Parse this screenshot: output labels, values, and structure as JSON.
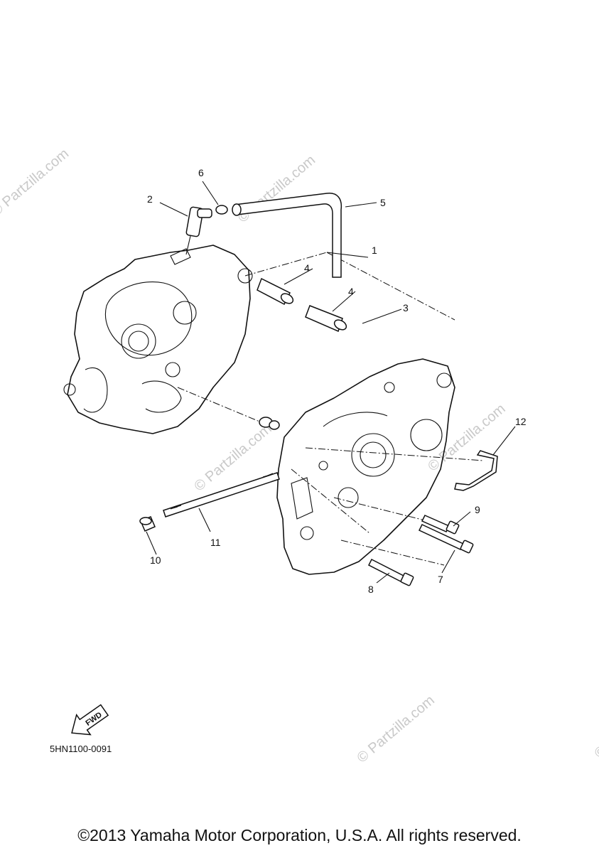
{
  "diagram": {
    "callouts": [
      "1",
      "2",
      "3",
      "4",
      "4",
      "5",
      "6",
      "7",
      "8",
      "9",
      "10",
      "11",
      "12"
    ],
    "fwd_label": "FWD",
    "ref_code": "5HN1100-0091",
    "copyright": "©2013 Yamaha Motor Corporation, U.S.A. All rights reserved.",
    "watermark": "© Partzilla.com"
  }
}
